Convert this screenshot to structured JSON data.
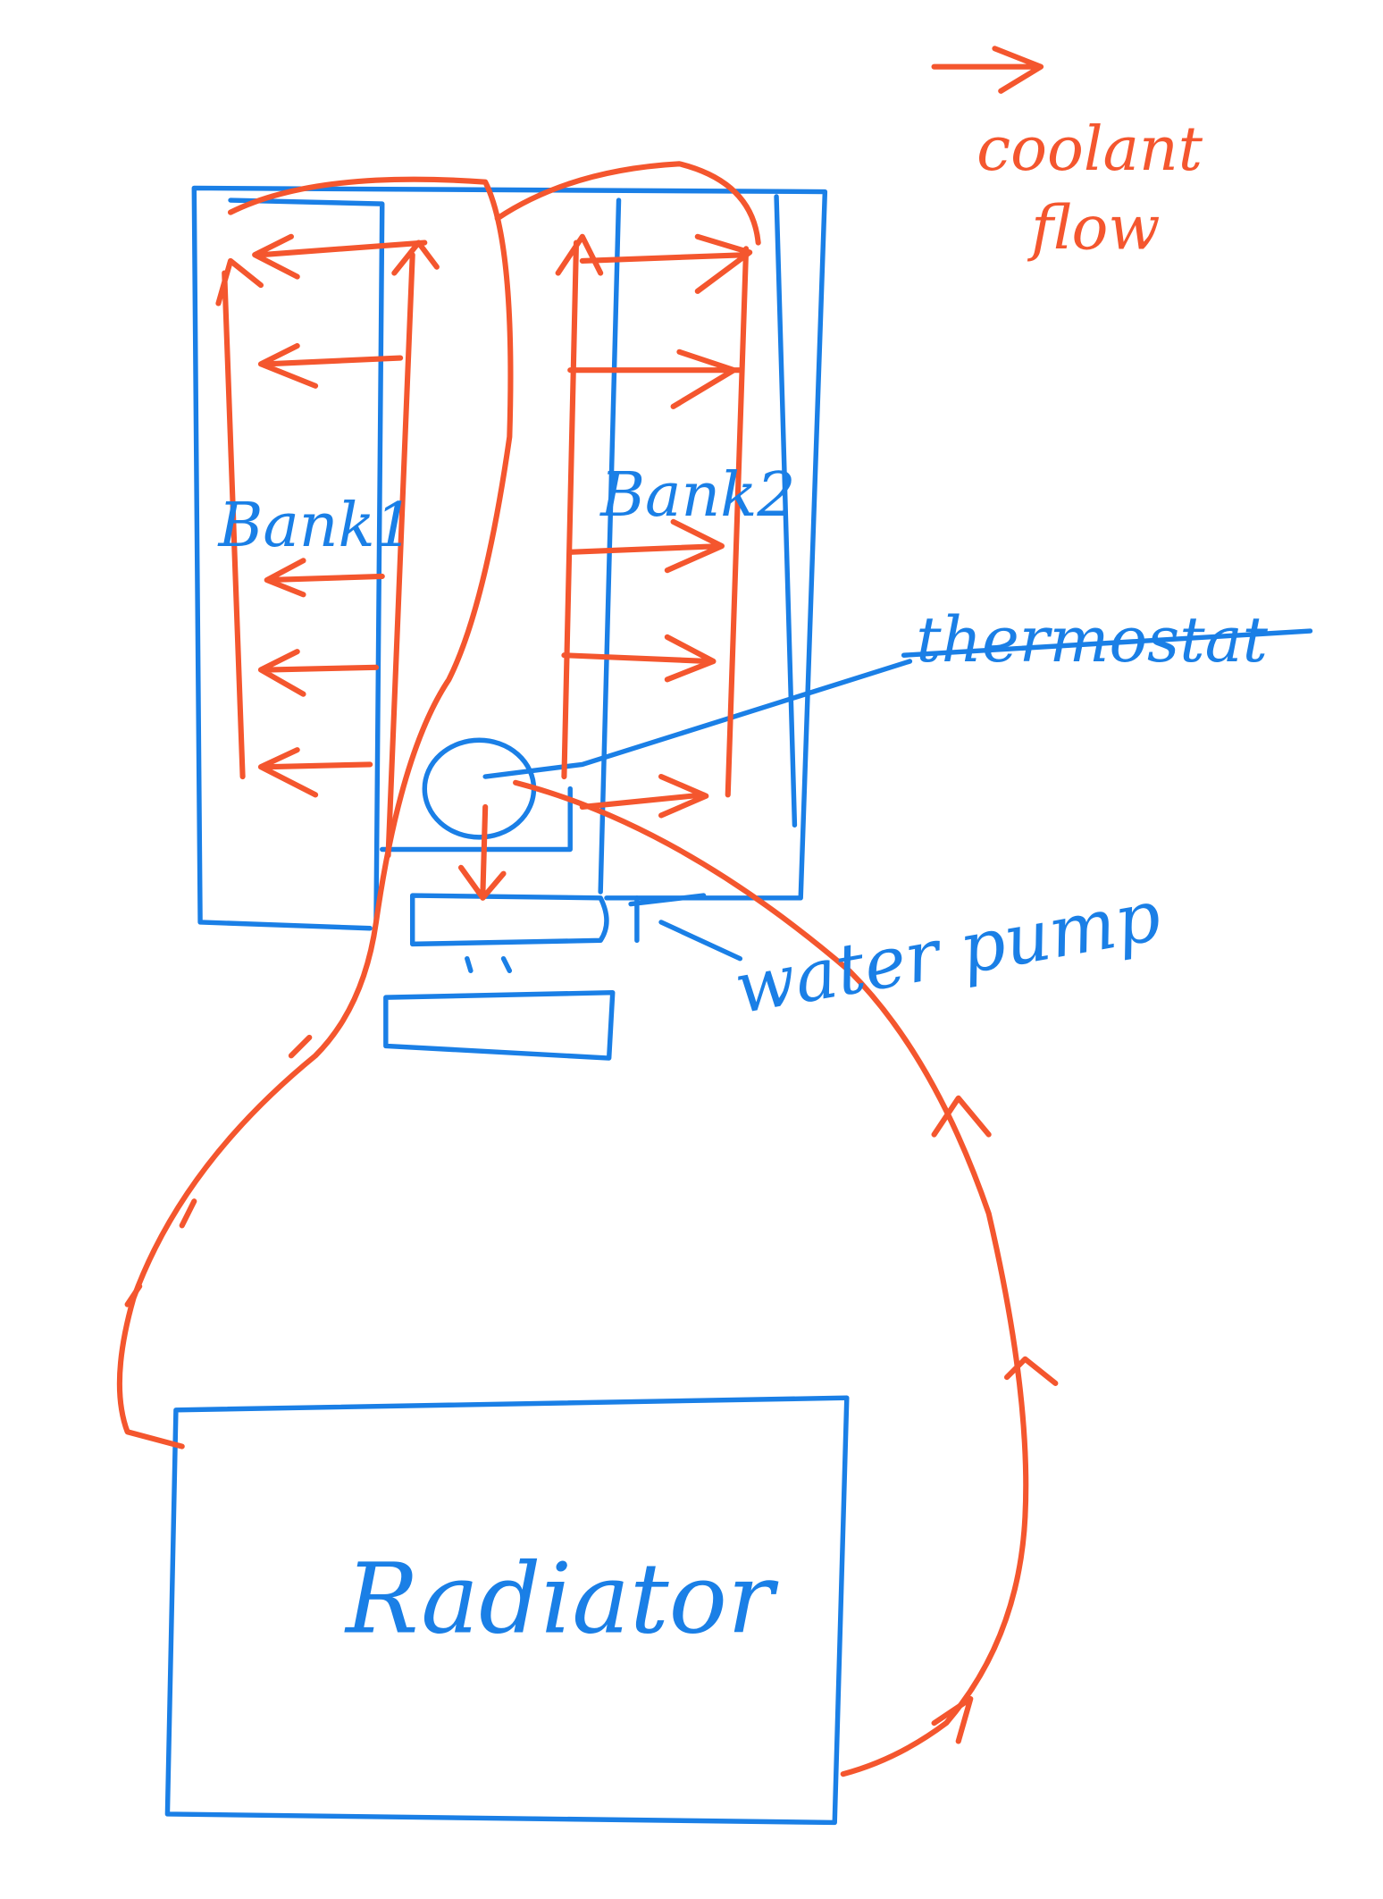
{
  "labels": {
    "bank1": "Bank1",
    "bank2": "Bank2",
    "thermostat": "thermostat",
    "water_pump": "water pump",
    "radiator": "Radiator",
    "legend_line1": "coolant",
    "legend_line2": "flow"
  },
  "colors": {
    "components": "#1a7fe6",
    "coolant_flow": "#f4562e",
    "background": "#ffffff"
  }
}
